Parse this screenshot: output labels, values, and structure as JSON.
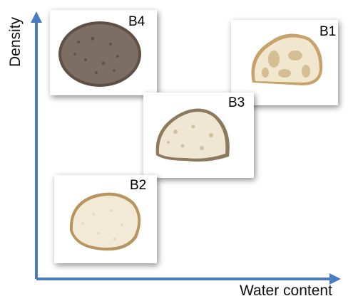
{
  "axes": {
    "y_label": "Density",
    "x_label": "Water content",
    "color": "#4A7CC0"
  },
  "samples": [
    {
      "label": "B4",
      "crumb": "dark-brown"
    },
    {
      "label": "B1",
      "crumb": "open-airy"
    },
    {
      "label": "B3",
      "crumb": "medium"
    },
    {
      "label": "B2",
      "crumb": "fine-pale"
    }
  ]
}
